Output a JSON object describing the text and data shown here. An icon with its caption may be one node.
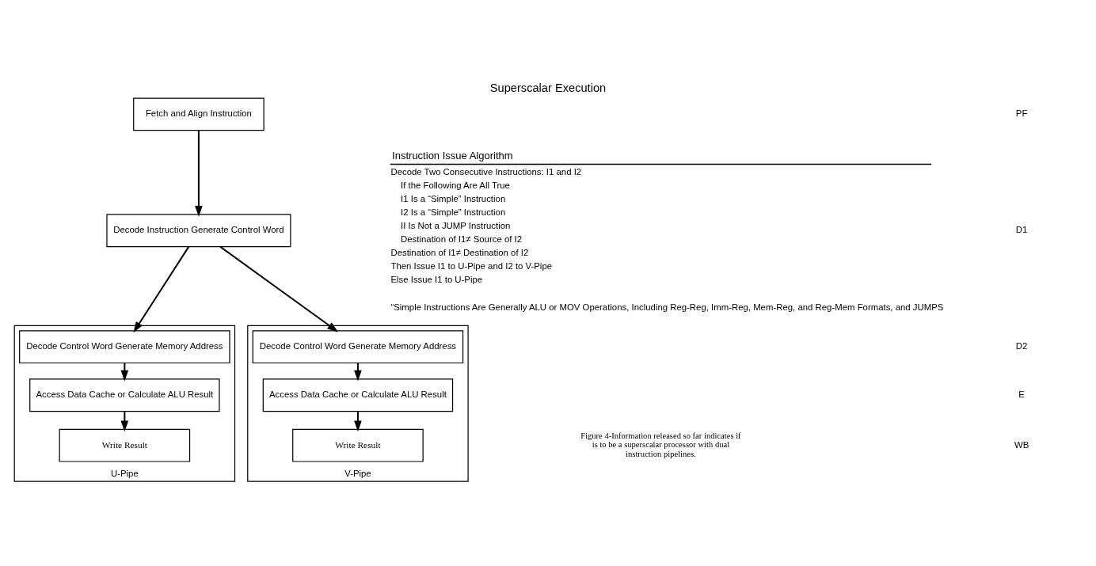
{
  "diagram": {
    "title": "Superscalar Execution",
    "caption": "Figure 4-Information released so far indicates if is to be a superscalar processor with dual instruction pipelines.",
    "nodes": [
      {
        "text": [
          "Fetch and Align Instruction"
        ]
      },
      {
        "text": [
          "Decode Instruction Generate Control Word"
        ]
      },
      {
        "text": [
          "U-Pipe"
        ]
      },
      {
        "text": [
          "Decode Control Word Generate Memory Address"
        ],
        "in": 2
      },
      {
        "text": [
          "Access Data Cache or Calculate ALU Result"
        ],
        "in": 2
      },
      {
        "text": [
          "Write Result"
        ],
        "in": 2
      },
      {
        "text": [
          "V-Pipe"
        ]
      },
      {
        "text": [
          "Decode Control Word Generate Memory Address"
        ],
        "in": 6
      },
      {
        "text": [
          "Access Data Cache or Calculate ALU Result"
        ],
        "in": 6
      },
      {
        "text": [
          "Write Result"
        ],
        "in": 6
      }
    ],
    "edges": [
      {
        "from": 0,
        "to": 1,
        "arrow": "to"
      },
      {
        "from": 1,
        "to": 3,
        "arrow": "to"
      },
      {
        "from": 1,
        "to": 7,
        "arrow": "to"
      },
      {
        "from": 3,
        "to": 4,
        "arrow": "to"
      },
      {
        "from": 4,
        "to": 5,
        "arrow": "to"
      },
      {
        "from": 7,
        "to": 8,
        "arrow": "to"
      },
      {
        "from": 8,
        "to": 9,
        "arrow": "to"
      }
    ],
    "labels": [
      "PF",
      "D1",
      "D2",
      "E",
      "WB",
      "Instruction Issue Algorithm",
      "Decode Two Consecutive Instructions: I1 and I2",
      "If the Following Are All True",
      "I1 Is a “Simple” Instruction",
      "I2 Is a “Simple” Instruction",
      "II Is Not a JUMP Instruction",
      "Destination of I1≠ Source of I2",
      "Destination of I1≠ Destination of I2",
      "Then Issue I1 to U-Pipe and I2 to V-Pipe",
      "Else Issue I1 to U-Pipe",
      "“Simple Instructions Are Generally ALU or MOV Operations, Including Reg-Reg, Imm-Reg, Mem-Reg, and Reg-Mem Formats, and JUMPS"
    ]
  }
}
